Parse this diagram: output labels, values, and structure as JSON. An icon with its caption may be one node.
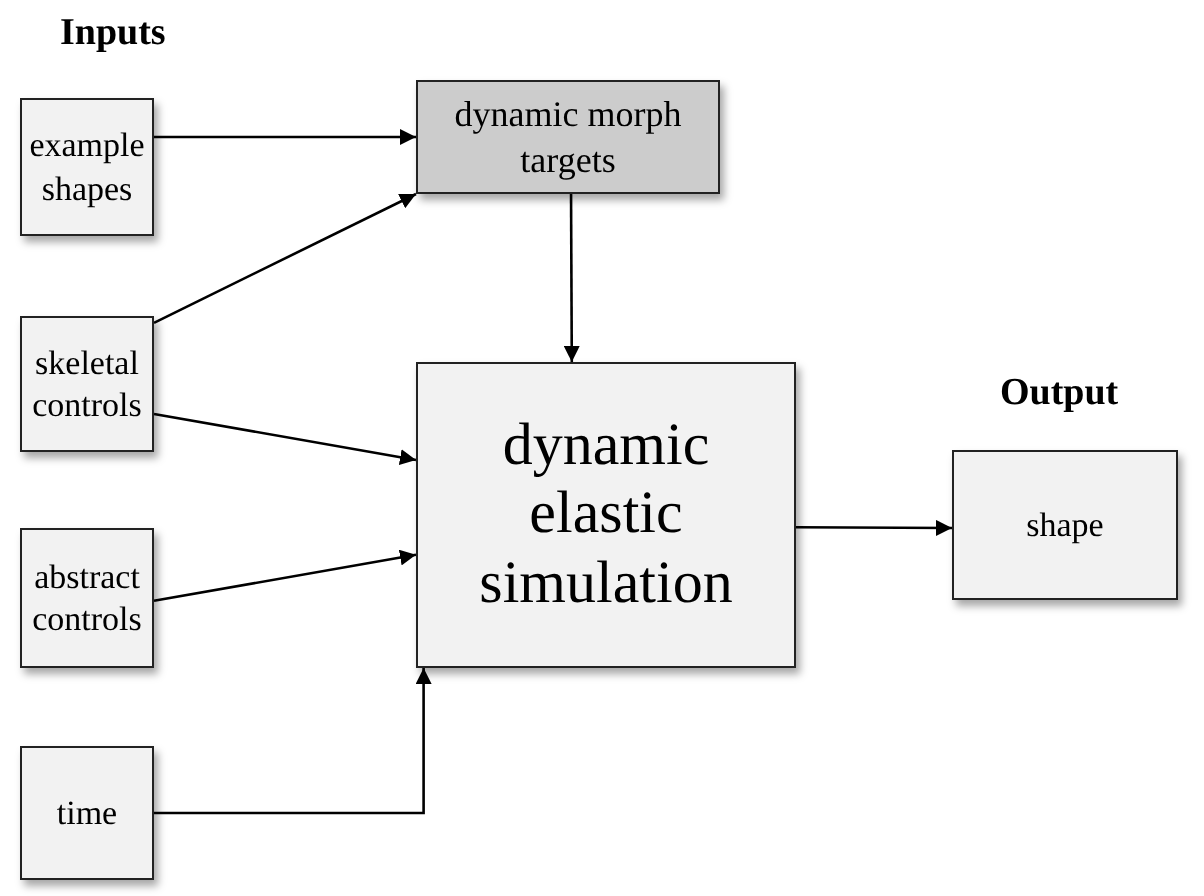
{
  "diagram": {
    "nodes": [
      {
        "text": [
          "example shapes"
        ]
      },
      {
        "text": [
          "dynamic morph targets"
        ]
      },
      {
        "text": [
          "skeletal controls"
        ]
      },
      {
        "text": [
          "dynamic elastic simulation"
        ]
      },
      {
        "text": [
          "abstract controls"
        ]
      },
      {
        "text": [
          "time"
        ]
      },
      {
        "text": [
          "shape"
        ]
      }
    ],
    "edges": [
      {
        "from": 0,
        "to": 1,
        "arrow": "to"
      },
      {
        "from": 2,
        "to": 1,
        "arrow": "to"
      },
      {
        "from": 2,
        "to": 3,
        "arrow": "to"
      },
      {
        "from": 1,
        "to": 3,
        "arrow": "to"
      },
      {
        "from": 4,
        "to": 3,
        "arrow": "to"
      },
      {
        "from": 5,
        "to": 3,
        "arrow": "to"
      },
      {
        "from": 3,
        "to": 6,
        "arrow": "to"
      }
    ],
    "labels": [
      "Inputs",
      "Output"
    ]
  }
}
